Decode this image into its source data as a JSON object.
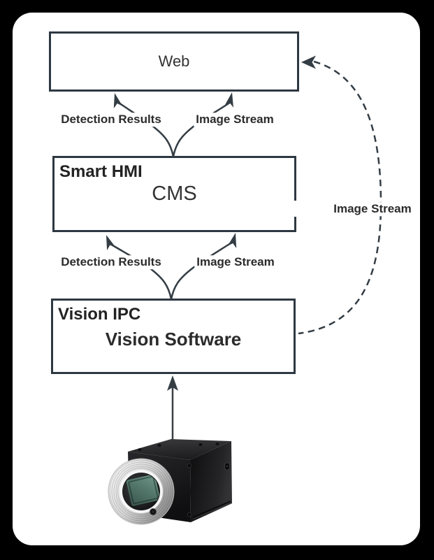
{
  "frame": {
    "bg": "#000000",
    "page_bg": "#ffffff"
  },
  "palette": {
    "box_border": "#2e3842",
    "line": "#343d44",
    "text_dark": "#222222",
    "text_body": "#333333",
    "lens_glass": "#4e7268"
  },
  "nodes": {
    "web": {
      "title": "Web"
    },
    "smart_hmi": {
      "label": "Smart HMI",
      "title": "CMS"
    },
    "vision_ipc": {
      "label": "Vision IPC",
      "title": "Vision Software"
    }
  },
  "edges": {
    "hmi_to_web": {
      "left_label": "Detection Results",
      "right_label": "Image Stream"
    },
    "ipc_to_hmi": {
      "left_label": "Detection Results",
      "right_label": "Image Stream"
    },
    "ipc_to_web": {
      "label": "Image Stream"
    }
  },
  "camera": {
    "name": "industrial-vision-camera"
  }
}
